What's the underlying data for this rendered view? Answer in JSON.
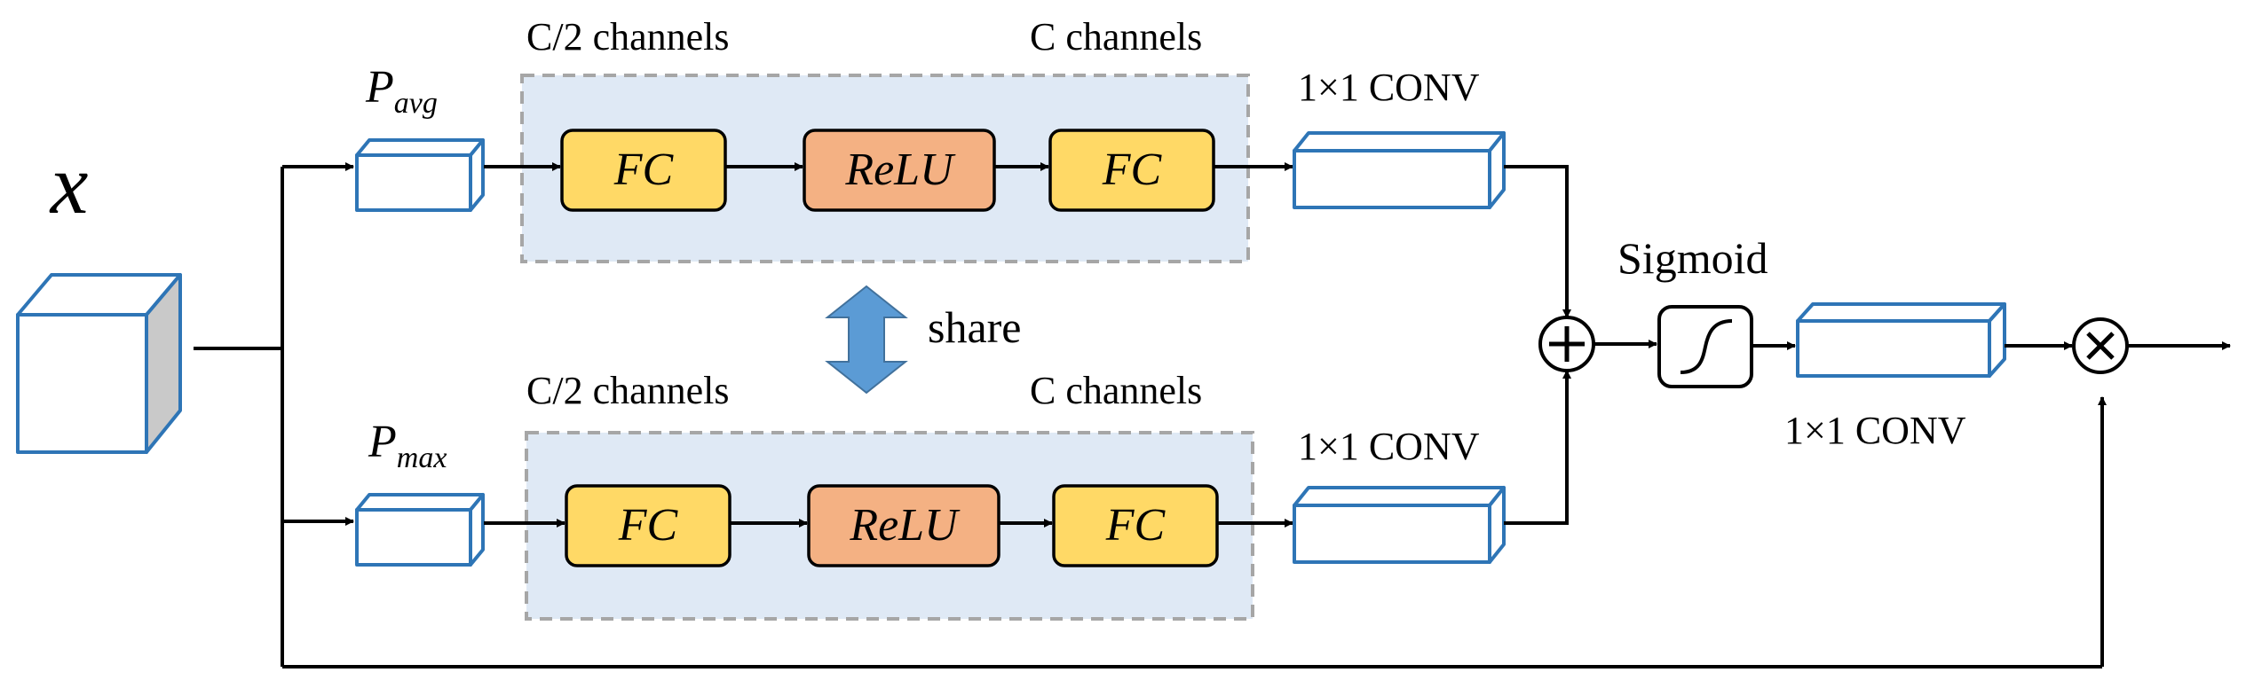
{
  "input_label": "x",
  "pool_avg": {
    "base": "P",
    "sub": "avg"
  },
  "pool_max": {
    "base": "P",
    "sub": "max"
  },
  "top_branch": {
    "channels_left": "C/2 channels",
    "channels_right": "C channels",
    "fc1": "FC",
    "relu": "ReLU",
    "fc2": "FC",
    "conv": "1×1 CONV"
  },
  "bottom_branch": {
    "channels_left": "C/2 channels",
    "channels_right": "C channels",
    "fc1": "FC",
    "relu": "ReLU",
    "fc2": "FC",
    "conv": "1×1 CONV"
  },
  "share_label": "share",
  "sigmoid_label": "Sigmoid",
  "output_conv_label": "1×1 CONV",
  "colors": {
    "fc_fill": "#ffd966",
    "relu_fill": "#f4b183",
    "panel_fill": "#dfe9f5",
    "cube_edge": "#2e75b6",
    "share_arrow": "#5b9bd5"
  }
}
